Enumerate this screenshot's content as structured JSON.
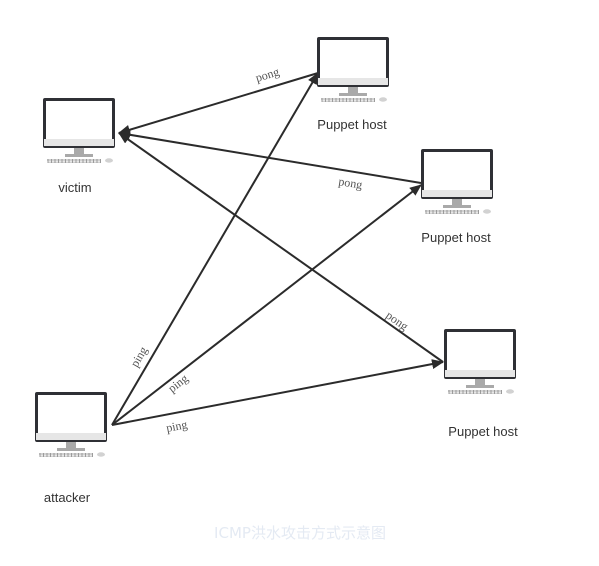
{
  "diagram": {
    "nodes": [
      {
        "id": "victim",
        "label": "victim",
        "icon": "monitor-icon"
      },
      {
        "id": "attacker",
        "label": "attacker",
        "icon": "monitor-icon"
      },
      {
        "id": "puppet1",
        "label": "Puppet host",
        "icon": "monitor-icon"
      },
      {
        "id": "puppet2",
        "label": "Puppet host",
        "icon": "monitor-icon"
      },
      {
        "id": "puppet3",
        "label": "Puppet host",
        "icon": "monitor-icon"
      }
    ],
    "edges": [
      {
        "from": "attacker",
        "to": "puppet1",
        "label": "ping"
      },
      {
        "from": "attacker",
        "to": "puppet2",
        "label": "ping"
      },
      {
        "from": "attacker",
        "to": "puppet3",
        "label": "ping"
      },
      {
        "from": "puppet1",
        "to": "victim",
        "label": "pong"
      },
      {
        "from": "puppet2",
        "to": "victim",
        "label": "pong"
      },
      {
        "from": "puppet3",
        "to": "victim",
        "label": "pong"
      }
    ],
    "watermark": "ICMP洪水攻击方式示意图",
    "colors": {
      "line": "#2b2b2b",
      "monitor_frame": "#2f3035",
      "monitor_base": "#bbbbbb"
    }
  }
}
